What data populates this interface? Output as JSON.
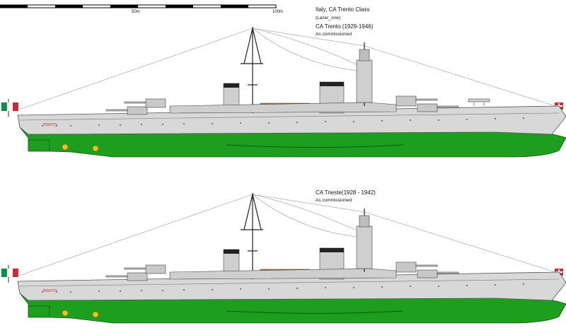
{
  "scale": {
    "mark_mid": "50m",
    "mark_end": "100m"
  },
  "header": {
    "title": "Italy, CA Trento Class",
    "author": "(Lazer_one)"
  },
  "ships": [
    {
      "name": "CA Trento (1929-1946)",
      "status": "As commissioned",
      "hull_label": "TRENTO"
    },
    {
      "name": "CA Trieste(1928 - 1942)",
      "status": "As commissioned",
      "hull_label": "TRENTO"
    }
  ],
  "colors": {
    "hull_gray": "#d8d8d8",
    "underwater_green": "#1e9e1e",
    "deck_wood": "#b07a40",
    "italian_green": "#009246",
    "italian_red": "#ce2b37"
  }
}
